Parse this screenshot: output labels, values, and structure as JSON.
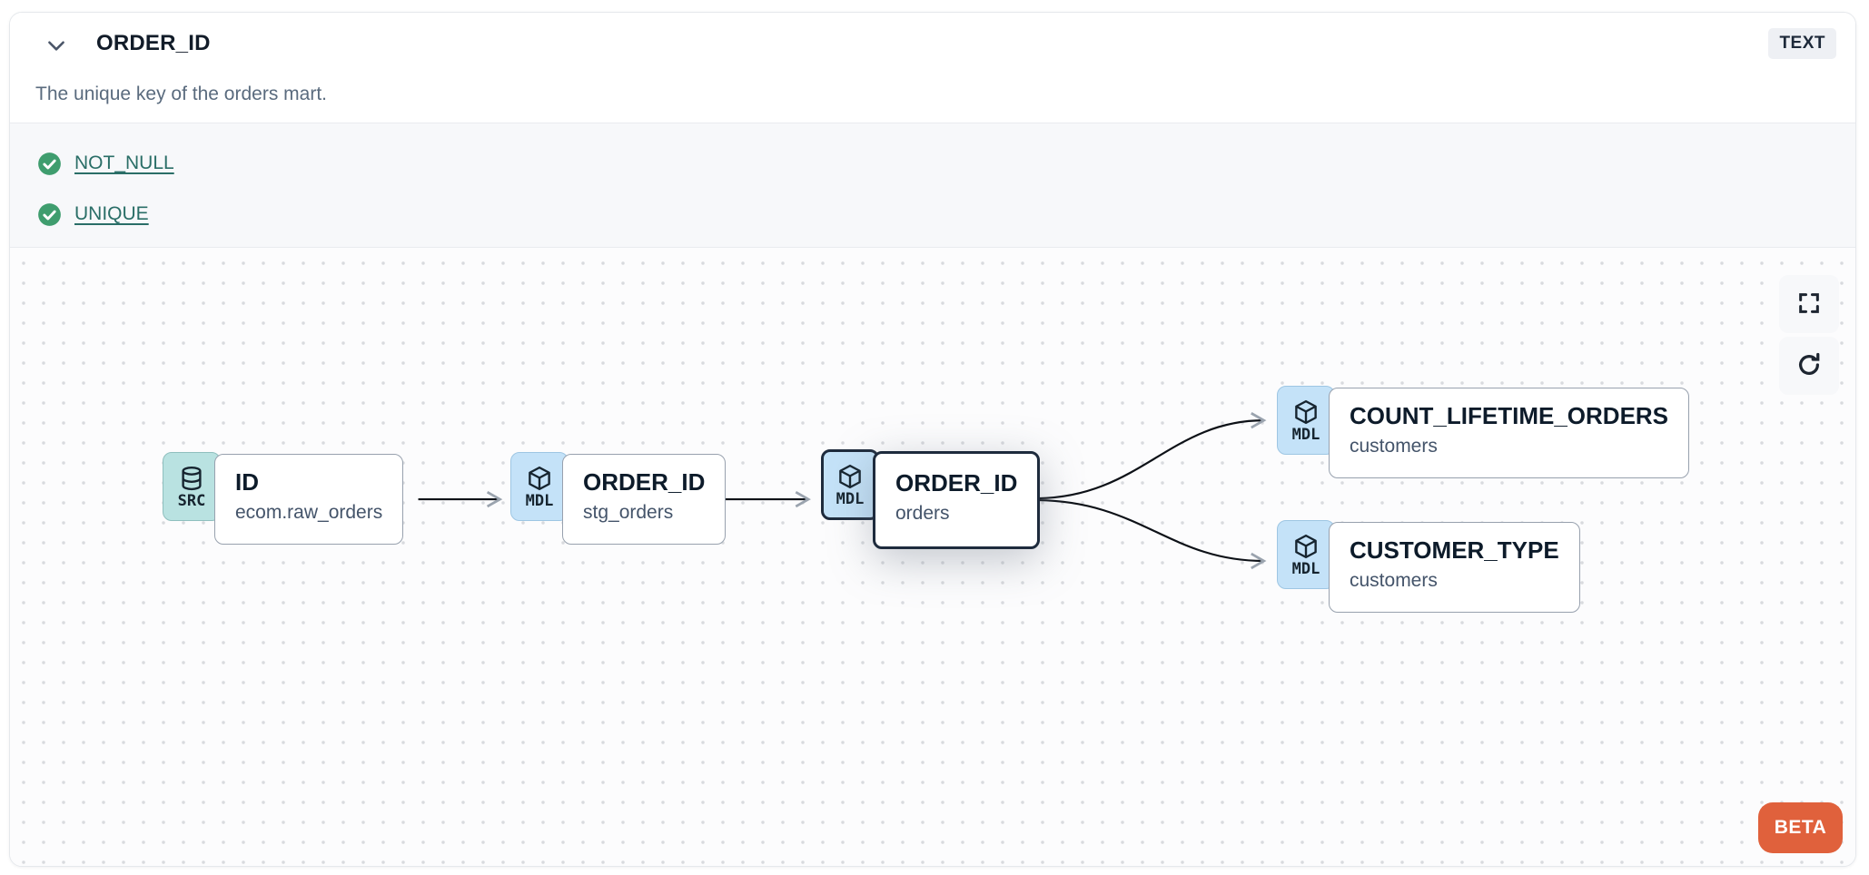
{
  "header": {
    "title": "ORDER_ID",
    "description": "The unique key of the orders mart.",
    "type_badge": "TEXT",
    "collapse_icon": "chevron-down"
  },
  "tests": {
    "items": [
      {
        "label": "NOT_NULL",
        "status": "pass",
        "icon": "check-circle"
      },
      {
        "label": "UNIQUE",
        "status": "pass",
        "icon": "check-circle"
      }
    ]
  },
  "lineage": {
    "nodes": [
      {
        "id": "src",
        "badge": "SRC",
        "icon": "database-icon",
        "title": "ID",
        "subtitle": "ecom.raw_orders",
        "selected": false
      },
      {
        "id": "stg",
        "badge": "MDL",
        "icon": "cube-icon",
        "title": "ORDER_ID",
        "subtitle": "stg_orders",
        "selected": false
      },
      {
        "id": "orders",
        "badge": "MDL",
        "icon": "cube-icon",
        "title": "ORDER_ID",
        "subtitle": "orders",
        "selected": true
      },
      {
        "id": "count",
        "badge": "MDL",
        "icon": "cube-icon",
        "title": "COUNT_LIFETIME_ORDERS",
        "subtitle": "customers",
        "selected": false
      },
      {
        "id": "ctype",
        "badge": "MDL",
        "icon": "cube-icon",
        "title": "CUSTOMER_TYPE",
        "subtitle": "customers",
        "selected": false
      }
    ],
    "edges": [
      {
        "from": "src",
        "to": "stg"
      },
      {
        "from": "stg",
        "to": "orders"
      },
      {
        "from": "orders",
        "to": "count"
      },
      {
        "from": "orders",
        "to": "ctype"
      }
    ],
    "controls": {
      "fullscreen": "fullscreen-icon",
      "refresh": "refresh-icon"
    },
    "beta_label": "BETA"
  },
  "colors": {
    "source_badge_bg": "#b9e2e1",
    "model_badge_bg": "#c4e2f8",
    "node_border": "#98a1ae",
    "selected_border": "#1e2b3d",
    "test_pass_green": "#3f9d6e",
    "test_link_teal": "#2a6e67",
    "beta_orange": "#e0613c",
    "type_badge_bg": "#eef0f4",
    "canvas_dot": "#d8dade"
  }
}
